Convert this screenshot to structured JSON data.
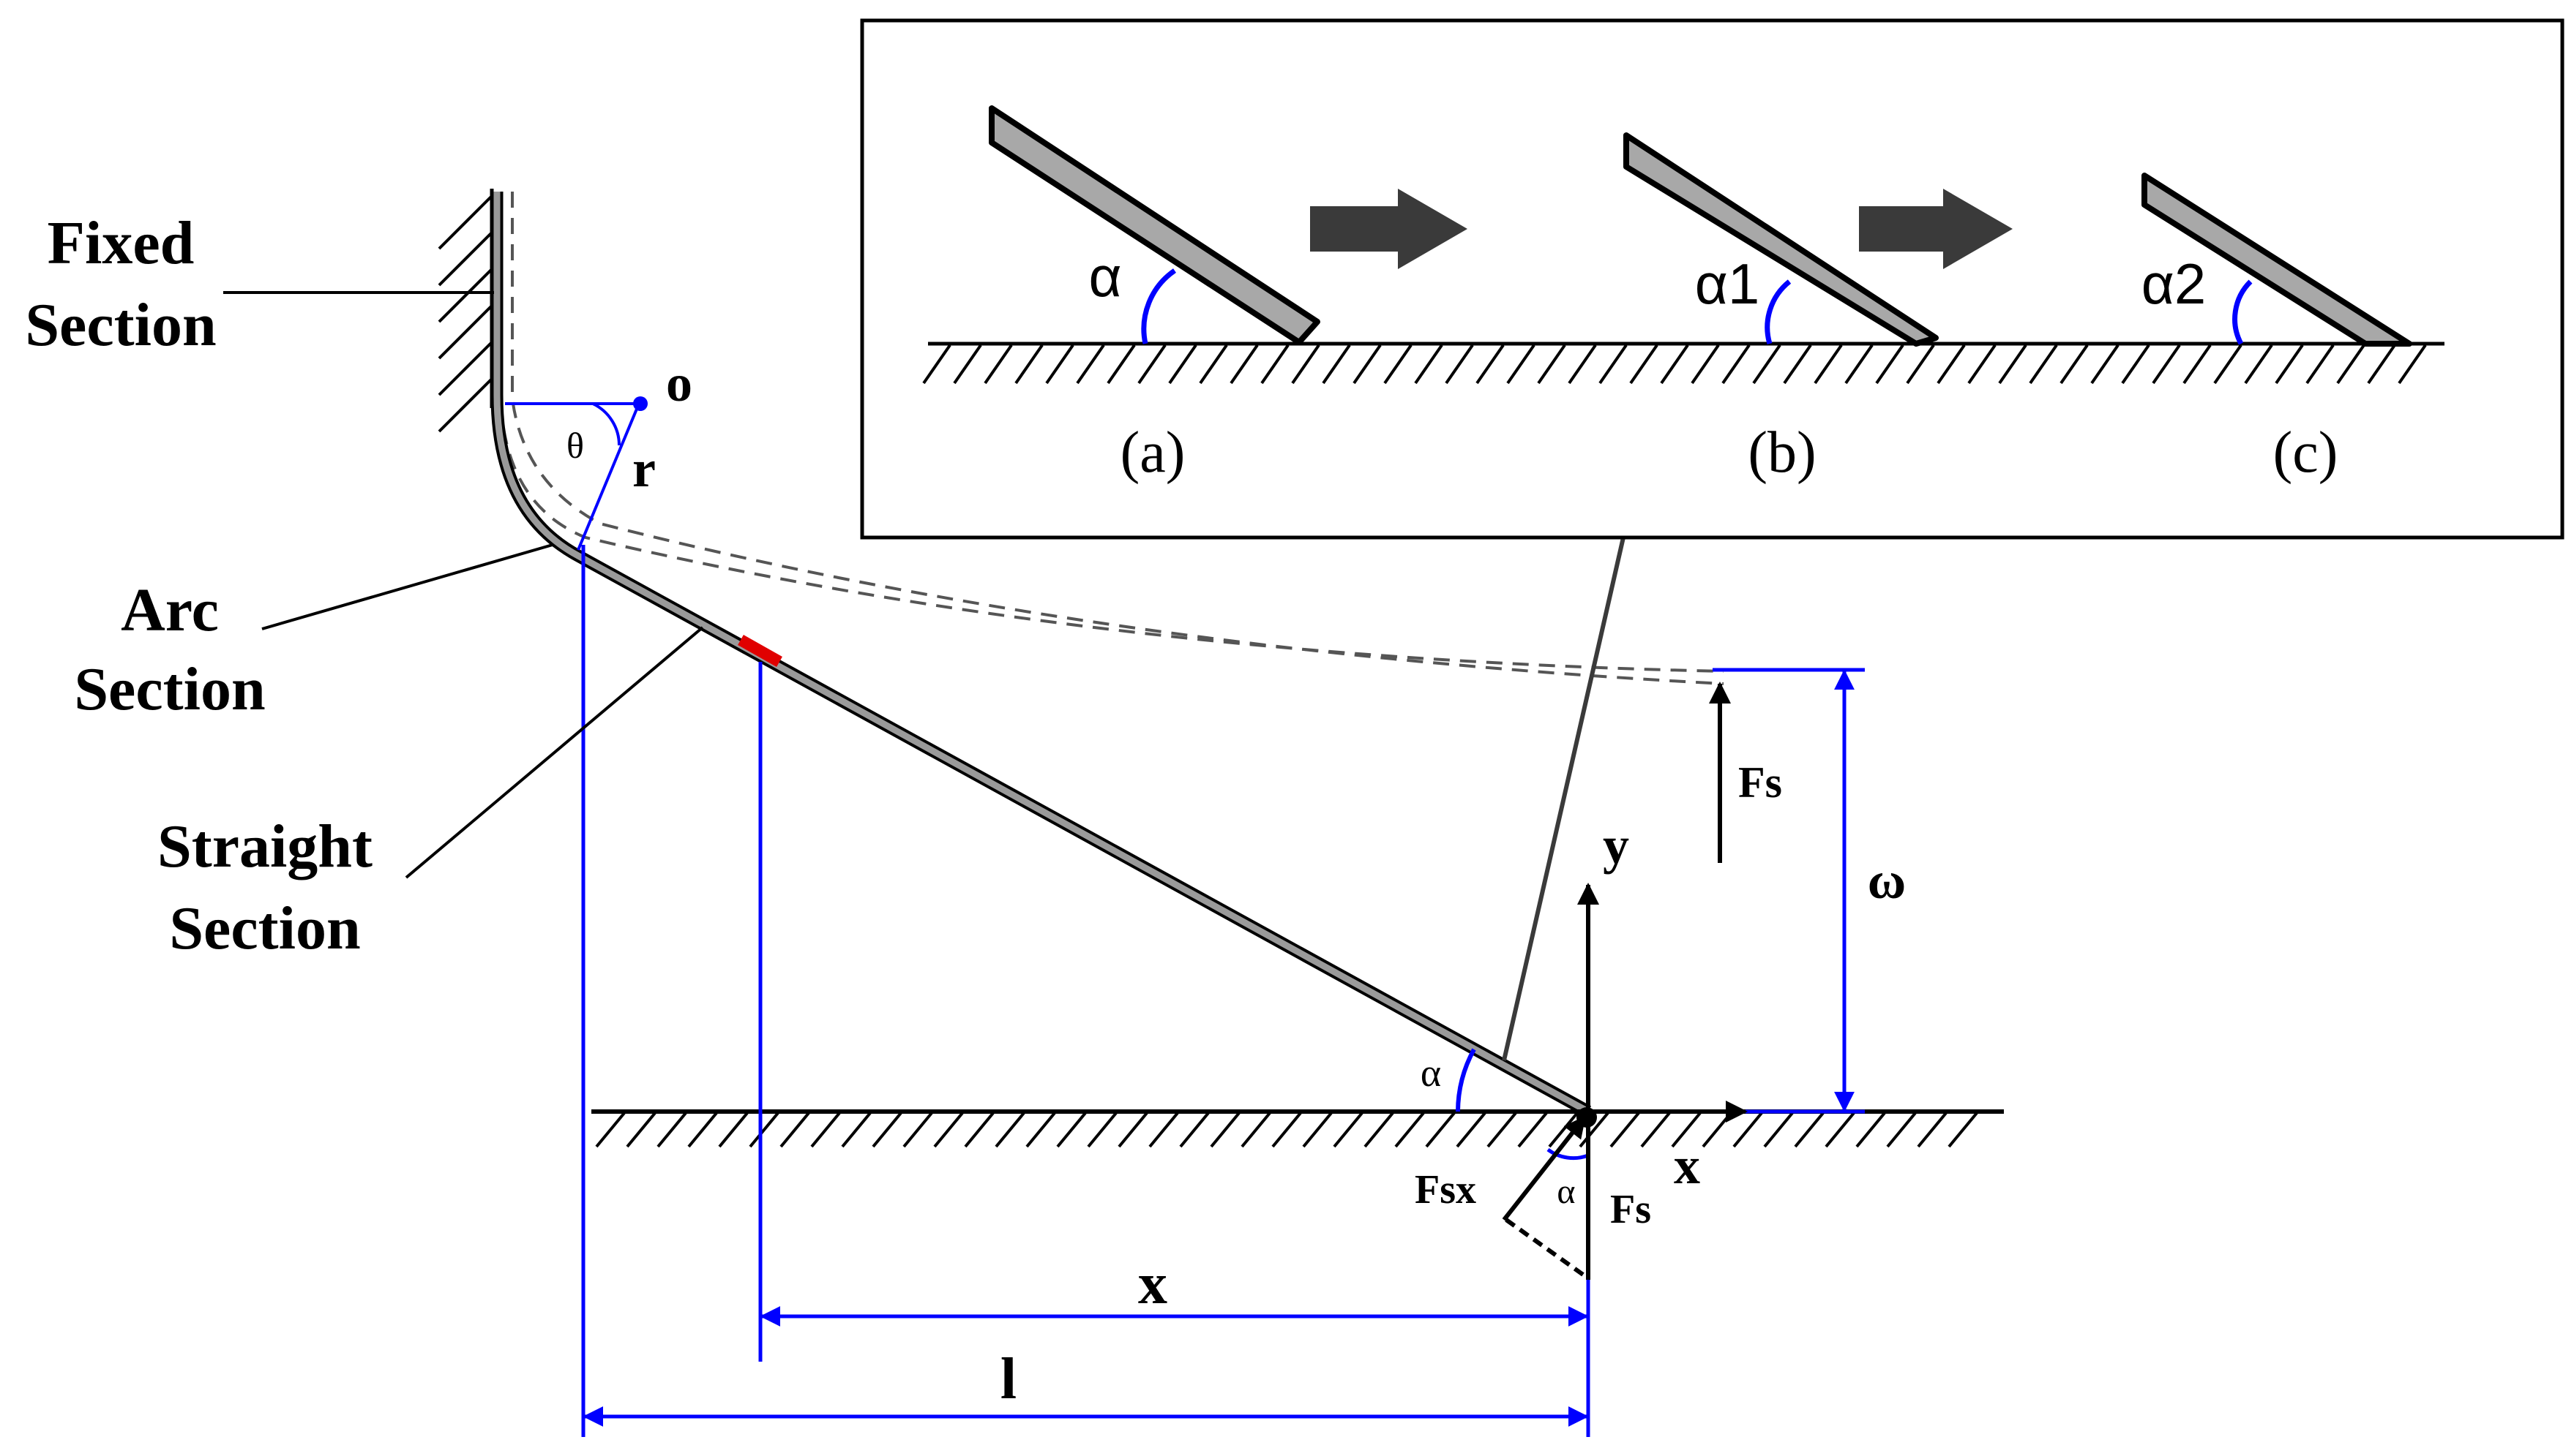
{
  "labels": {
    "fixed_section_line1": "Fixed",
    "fixed_section_line2": "Section",
    "arc_section_line1": "Arc",
    "arc_section_line2": "Section",
    "straight_section_line1": "Straight",
    "straight_section_line2": "Section",
    "center_o": "o",
    "radius_r": "r",
    "theta": "θ",
    "alpha_main": "α",
    "alpha_force": "α",
    "force_fs_top": "Fs",
    "force_fs_bottom": "Fs",
    "force_fsx": "Fsx",
    "axis_y": "y",
    "axis_x": "x",
    "dim_omega": "ω",
    "dim_x": "x",
    "dim_l": "l"
  },
  "inset": {
    "panel_a_angle": "α",
    "panel_b_angle": "α1",
    "panel_c_angle": "α2",
    "caption_a": "(a)",
    "caption_b": "(b)",
    "caption_c": "(c)"
  },
  "colors": {
    "dimension_blue": "#0000ff",
    "contact_marker_red": "#e00000",
    "arrow_gray": "#3a3a3a",
    "spring_fill_gray": "#a8a8a8"
  }
}
